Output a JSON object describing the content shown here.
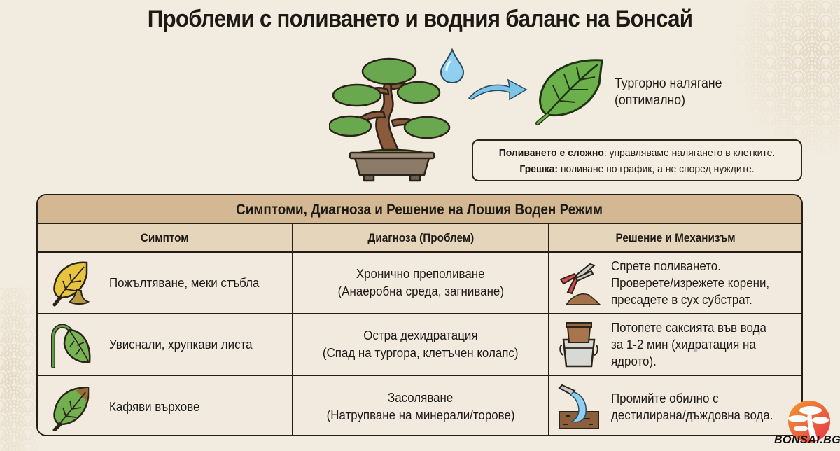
{
  "title": "Проблеми с поливането и водния баланс на Бонсай",
  "hero": {
    "tree_icon": "bonsai-tree-icon",
    "drop_icon": "water-drop-icon",
    "arrow_icon": "arrow-right-icon",
    "leaf_icon": "healthy-leaf-icon",
    "turgor_line1": "Тургорно налягане",
    "turgor_line2": "(оптимално)"
  },
  "note": {
    "line1_bold": "Поливането е сложно",
    "line1_rest": ": управляваме налягането в клетките.",
    "line2_bold": "Грешка:",
    "line2_rest": " поливане по график, а не според нуждите."
  },
  "table": {
    "title": "Симптоми, Диагноза и Решение на Лошия Воден Режим",
    "headers": [
      "Симптом",
      "Диагноза (Проблем)",
      "Решение и Механизъм"
    ],
    "rows": [
      {
        "symptom_icon": "yellow-leaf-icon",
        "symptom": "Пожълтяване, меки стъбла",
        "diagnosis_line1": "Хронично преполиване",
        "diagnosis_line2": "(Анаеробна среда, загниване)",
        "solution_icon": "pruning-shears-soil-icon",
        "solution_lines": [
          "Спрете поливането.",
          "Проверете/изрежете корени,",
          "пресадете в сух субстрат."
        ]
      },
      {
        "symptom_icon": "wilted-leaf-icon",
        "symptom": "Увиснали, хрупкави листа",
        "diagnosis_line1": "Остра дехидратация",
        "diagnosis_line2": "(Спад на тургора, клетъчен колапс)",
        "solution_icon": "pot-in-bucket-icon",
        "solution_lines": [
          "Потопете саксията във вода",
          "за 1-2 мин (хидратация на",
          "ядрото)."
        ]
      },
      {
        "symptom_icon": "brown-tip-leaf-icon",
        "symptom": "Кафяви върхове",
        "diagnosis_line1": "Засоляване",
        "diagnosis_line2": "(Натрупване на минерали/торове)",
        "solution_icon": "watering-flush-icon",
        "solution_lines": [
          "Промийте обилно с",
          "дестилирана/дъждовна вода."
        ]
      }
    ]
  },
  "logo": {
    "text": "BONSAI.BG",
    "icon": "bonsai-sun-logo-icon"
  },
  "colors": {
    "background": "#f2ebdf",
    "table_title_bg": "#d4b894",
    "table_header_bg": "#e5d5bb",
    "border": "#231e18",
    "leaf_green": "#6aa84f",
    "water_blue": "#7cc3e8",
    "logo_orange": "#f07a2a"
  }
}
